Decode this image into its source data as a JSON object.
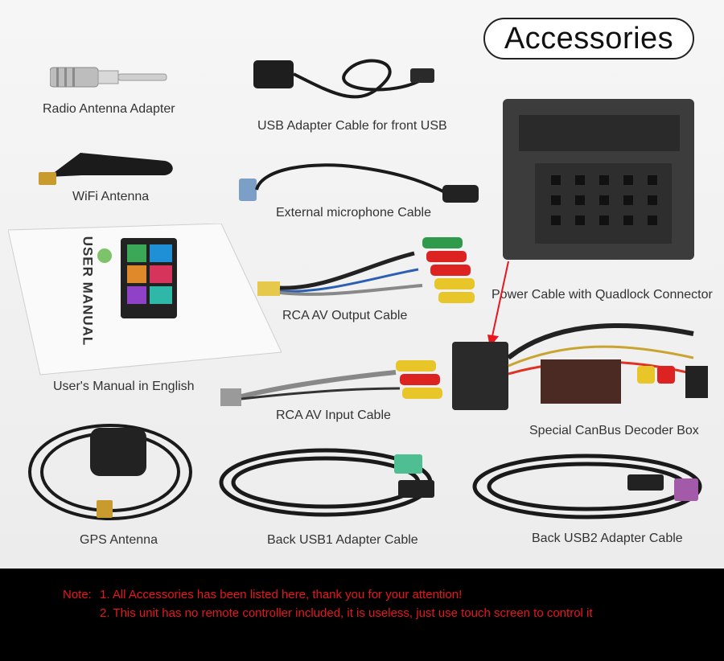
{
  "title": "Accessories",
  "items": [
    {
      "label": "Radio Antenna Adapter",
      "icon": "antenna-adapter"
    },
    {
      "label": "USB Adapter Cable for front USB",
      "icon": "usb-cable"
    },
    {
      "label": "WiFi Antenna",
      "icon": "wifi-antenna"
    },
    {
      "label": "External microphone Cable",
      "icon": "microphone-cable"
    },
    {
      "label": "RCA AV Output Cable",
      "icon": "rca-output-cable"
    },
    {
      "label": "User's Manual in English",
      "icon": "user-manual"
    },
    {
      "label": "RCA AV Input Cable",
      "icon": "rca-input-cable"
    },
    {
      "label": "Power Cable with Quadlock Connector",
      "icon": "quadlock-connector"
    },
    {
      "label": "Special CanBus Decoder Box",
      "icon": "canbus-decoder"
    },
    {
      "label": "GPS Antenna",
      "icon": "gps-antenna"
    },
    {
      "label": "Back USB1 Adapter Cable",
      "icon": "usb1-cable"
    },
    {
      "label": "Back USB2 Adapter Cable",
      "icon": "usb2-cable"
    }
  ],
  "manual_cover_text": "USER MANUAL",
  "note": {
    "prefix": "Note:",
    "line1": "1. All Accessories has been listed here, thank you for your attention!",
    "line2": "2. This unit has no remote controller included, it is useless, just use touch screen to control it"
  },
  "colors": {
    "note_text": "#e8161e",
    "note_background": "#000000",
    "arrow": "#e8161e"
  }
}
